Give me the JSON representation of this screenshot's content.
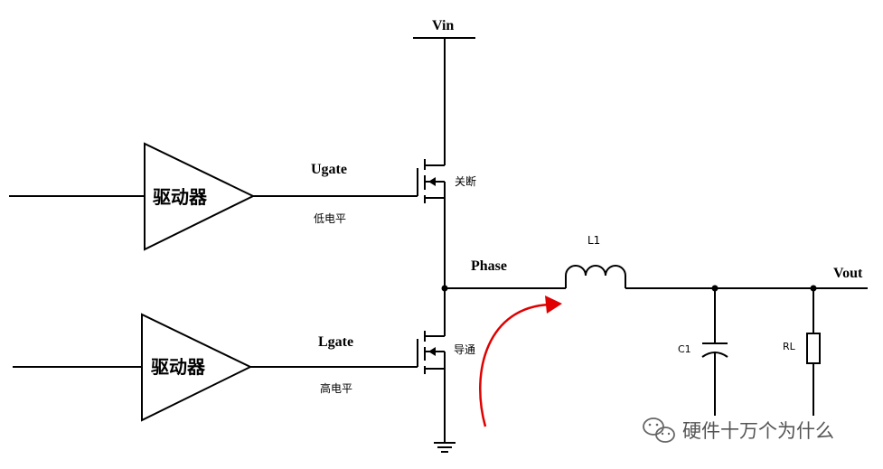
{
  "labels": {
    "vin": "Vin",
    "vout": "Vout",
    "phase": "Phase",
    "ugate": "Ugate",
    "lgate": "Lgate",
    "low_level": "低电平",
    "high_level": "高电平",
    "off": "关断",
    "on": "导通",
    "inductor": "L1",
    "capacitor": "C1",
    "load": "RL"
  },
  "drivers": {
    "upper": "驱动器",
    "lower": "驱动器"
  },
  "watermark": {
    "text": "硬件十万个为什么",
    "icon": "wechat-icon"
  },
  "colors": {
    "wire": "#000000",
    "arrow": "#e00000",
    "watermark": "#555555"
  }
}
